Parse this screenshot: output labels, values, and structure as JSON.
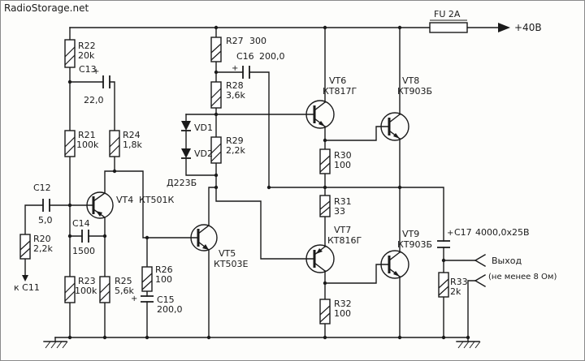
{
  "watermark": {
    "text": "RadioStorage.net",
    "color": "#00a800"
  },
  "power": {
    "fuse_label": "FU 2A",
    "rail_label": "+40В"
  },
  "components": {
    "resistors": {
      "r20": {
        "ref": "R20",
        "value": "2,2k"
      },
      "r21": {
        "ref": "R21",
        "value": "100k"
      },
      "r22": {
        "ref": "R22",
        "value": "20k"
      },
      "r23": {
        "ref": "R23",
        "value": "100k"
      },
      "r24": {
        "ref": "R24",
        "value": "1,8k"
      },
      "r25": {
        "ref": "R25",
        "value": "5,6k"
      },
      "r26": {
        "ref": "R26",
        "value": "100"
      },
      "r27": {
        "ref": "R27",
        "value": "300"
      },
      "r28": {
        "ref": "R28",
        "value": "3,6k"
      },
      "r29": {
        "ref": "R29",
        "value": "2,2k"
      },
      "r30": {
        "ref": "R30",
        "value": "100"
      },
      "r31": {
        "ref": "R31",
        "value": "33"
      },
      "r32": {
        "ref": "R32",
        "value": "100"
      },
      "r33": {
        "ref": "R33",
        "value": "2k"
      }
    },
    "capacitors": {
      "c12": {
        "ref": "C12",
        "value": "5,0"
      },
      "c13": {
        "ref": "C13",
        "value": "22,0",
        "polarity": "+"
      },
      "c14": {
        "ref": "C14",
        "value": "1500"
      },
      "c15": {
        "ref": "C15",
        "value": "200,0",
        "polarity": "+"
      },
      "c16": {
        "ref": "C16",
        "value": "200,0",
        "polarity": "+"
      },
      "c17": {
        "ref": "C17",
        "value": "4000,0x25В",
        "polarity": "+"
      }
    },
    "transistors": {
      "vt4": {
        "ref": "VT4",
        "type": "КТ501К"
      },
      "vt5": {
        "ref": "VT5",
        "type": "КТ503Е"
      },
      "vt6": {
        "ref": "VT6",
        "type": "КТ817Г"
      },
      "vt7": {
        "ref": "VT7",
        "type": "КТ816Г"
      },
      "vt8": {
        "ref": "VT8",
        "type": "КТ903Б"
      },
      "vt9": {
        "ref": "VT9",
        "type": "КТ903Б"
      }
    },
    "diodes": {
      "vd1": {
        "ref": "VD1"
      },
      "vd2": {
        "ref": "VD2"
      },
      "type_label": "Д223Б"
    }
  },
  "annotations": {
    "input": "к С11",
    "output_line1": "Выход",
    "output_line2": "(не менее 8 Ом)"
  }
}
